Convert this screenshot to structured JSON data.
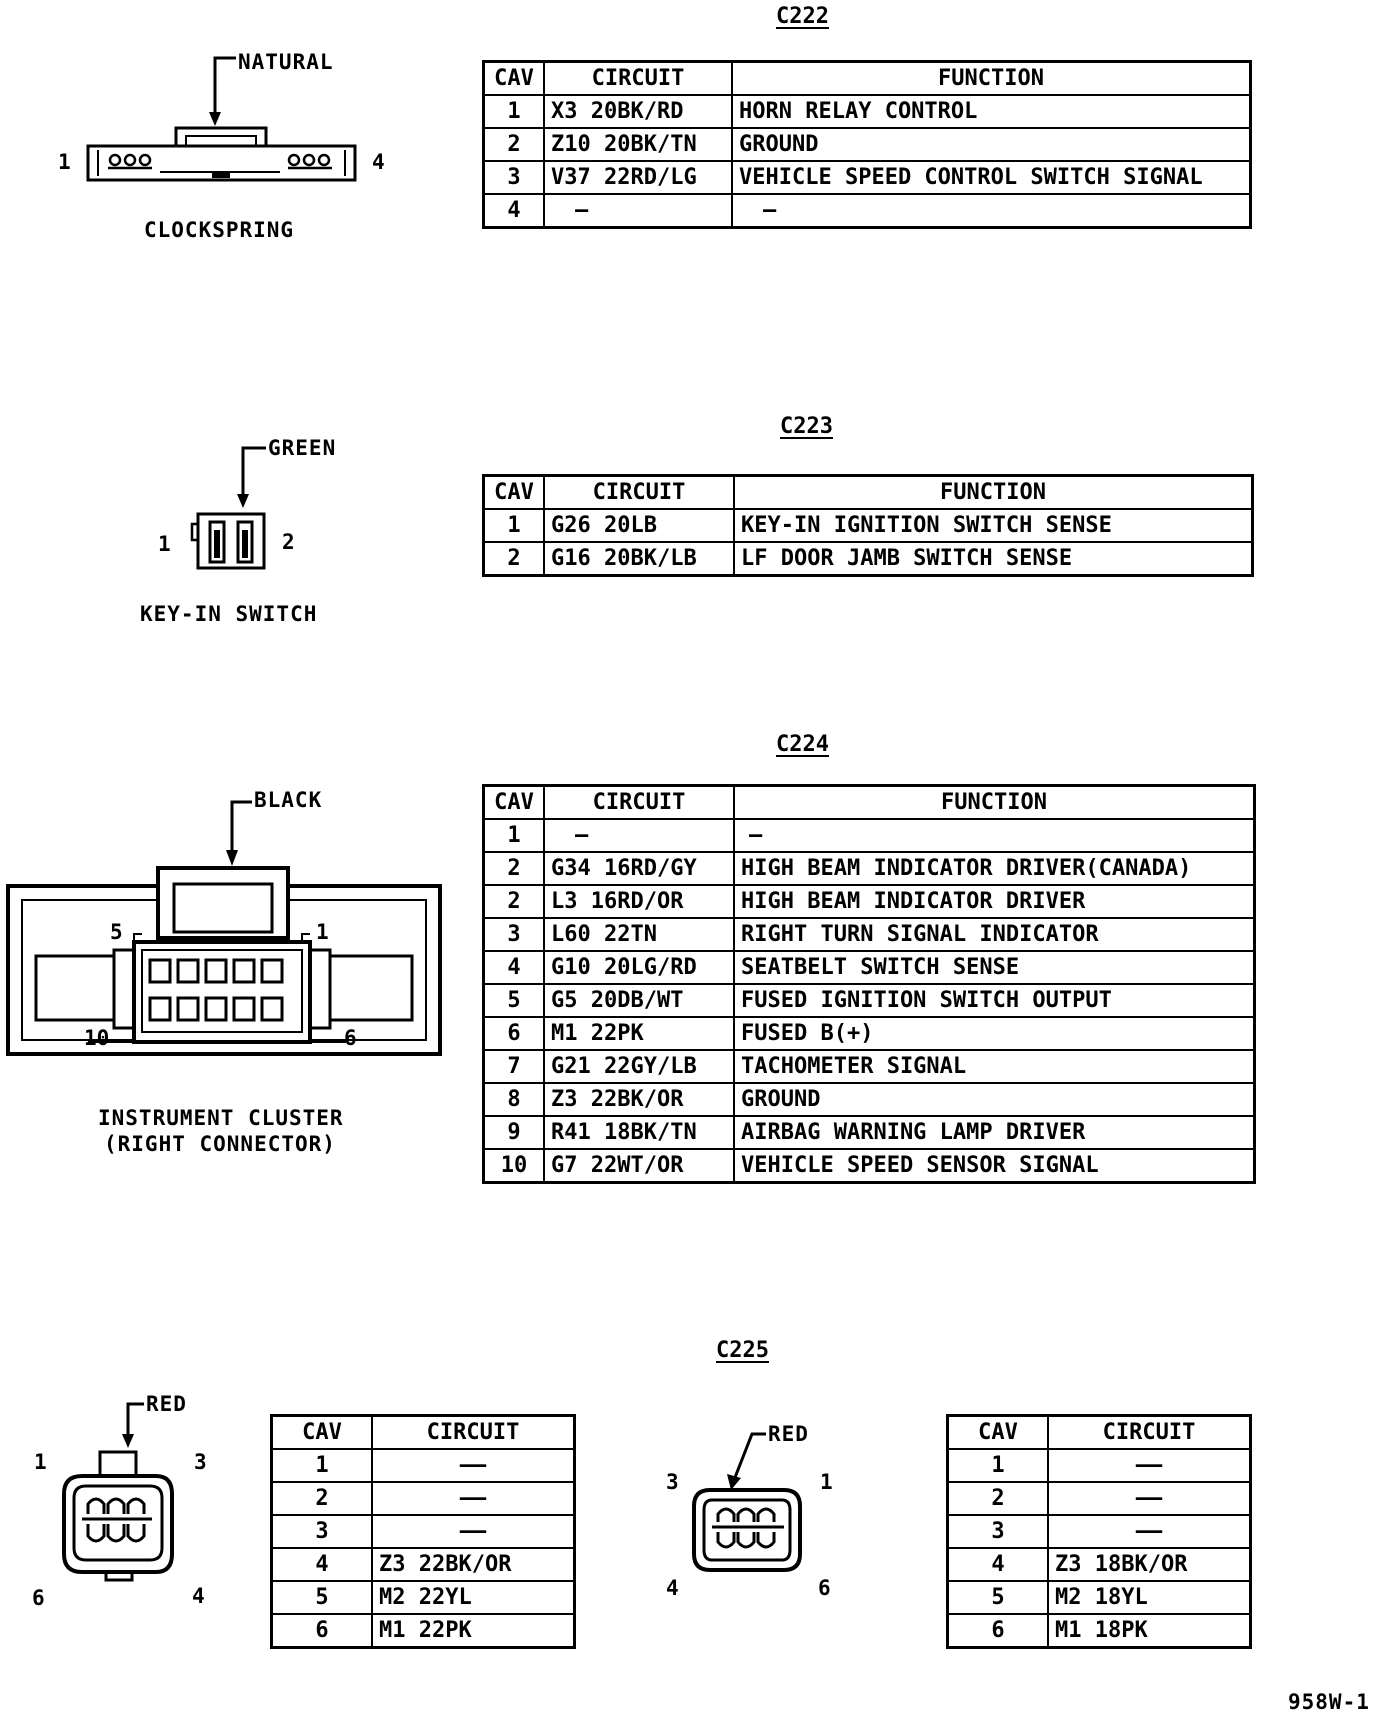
{
  "headers": {
    "cav": "CAV",
    "circuit": "CIRCUIT",
    "function": "FUNCTION"
  },
  "c222": {
    "title": "C222",
    "connector_name": "CLOCKSPRING",
    "color": "NATURAL",
    "pins": [
      "1",
      "4"
    ],
    "rows": [
      {
        "cav": "1",
        "circuit": "X3 20BK/RD",
        "function": "HORN RELAY CONTROL"
      },
      {
        "cav": "2",
        "circuit": "Z10 20BK/TN",
        "function": "GROUND"
      },
      {
        "cav": "3",
        "circuit": "V37 22RD/LG",
        "function": "VEHICLE SPEED CONTROL SWITCH SIGNAL"
      },
      {
        "cav": "4",
        "circuit": "—",
        "function": "—"
      }
    ]
  },
  "c223": {
    "title": "C223",
    "connector_name": "KEY-IN SWITCH",
    "color": "GREEN",
    "pins": [
      "1",
      "2"
    ],
    "rows": [
      {
        "cav": "1",
        "circuit": "G26 20LB",
        "function": "KEY-IN IGNITION SWITCH SENSE"
      },
      {
        "cav": "2",
        "circuit": "G16 20BK/LB",
        "function": "LF DOOR JAMB SWITCH SENSE"
      }
    ]
  },
  "c224": {
    "title": "C224",
    "connector_name_line1": "INSTRUMENT CLUSTER",
    "connector_name_line2": "(RIGHT CONNECTOR)",
    "color": "BLACK",
    "pins": [
      "5",
      "1",
      "10",
      "6"
    ],
    "rows": [
      {
        "cav": "1",
        "circuit": "—",
        "function": "—"
      },
      {
        "cav": "2",
        "circuit": "G34 16RD/GY",
        "function": "HIGH BEAM INDICATOR DRIVER(CANADA)"
      },
      {
        "cav": "2",
        "circuit": "L3 16RD/OR",
        "function": "HIGH BEAM INDICATOR DRIVER"
      },
      {
        "cav": "3",
        "circuit": "L60 22TN",
        "function": "RIGHT TURN SIGNAL INDICATOR"
      },
      {
        "cav": "4",
        "circuit": "G10 20LG/RD",
        "function": "SEATBELT SWITCH SENSE"
      },
      {
        "cav": "5",
        "circuit": "G5 20DB/WT",
        "function": "FUSED IGNITION SWITCH OUTPUT"
      },
      {
        "cav": "6",
        "circuit": "M1 22PK",
        "function": "FUSED B(+)"
      },
      {
        "cav": "7",
        "circuit": "G21 22GY/LB",
        "function": "TACHOMETER SIGNAL"
      },
      {
        "cav": "8",
        "circuit": "Z3 22BK/OR",
        "function": "GROUND"
      },
      {
        "cav": "9",
        "circuit": "R41 18BK/TN",
        "function": "AIRBAG WARNING LAMP DRIVER"
      },
      {
        "cav": "10",
        "circuit": "G7 22WT/OR",
        "function": "VEHICLE SPEED SENSOR SIGNAL"
      }
    ]
  },
  "c225": {
    "title": "C225",
    "left": {
      "color": "RED",
      "pins": [
        "1",
        "3",
        "6",
        "4"
      ],
      "rows": [
        {
          "cav": "1",
          "circuit": "——"
        },
        {
          "cav": "2",
          "circuit": "——"
        },
        {
          "cav": "3",
          "circuit": "——"
        },
        {
          "cav": "4",
          "circuit": "Z3 22BK/OR"
        },
        {
          "cav": "5",
          "circuit": "M2 22YL"
        },
        {
          "cav": "6",
          "circuit": "M1 22PK"
        }
      ]
    },
    "right": {
      "color": "RED",
      "pins": [
        "3",
        "1",
        "4",
        "6"
      ],
      "rows": [
        {
          "cav": "1",
          "circuit": "——"
        },
        {
          "cav": "2",
          "circuit": "——"
        },
        {
          "cav": "3",
          "circuit": "——"
        },
        {
          "cav": "4",
          "circuit": "Z3 18BK/OR"
        },
        {
          "cav": "5",
          "circuit": "M2 18YL"
        },
        {
          "cav": "6",
          "circuit": "M1 18PK"
        }
      ]
    }
  },
  "figure_id": "958W-1"
}
